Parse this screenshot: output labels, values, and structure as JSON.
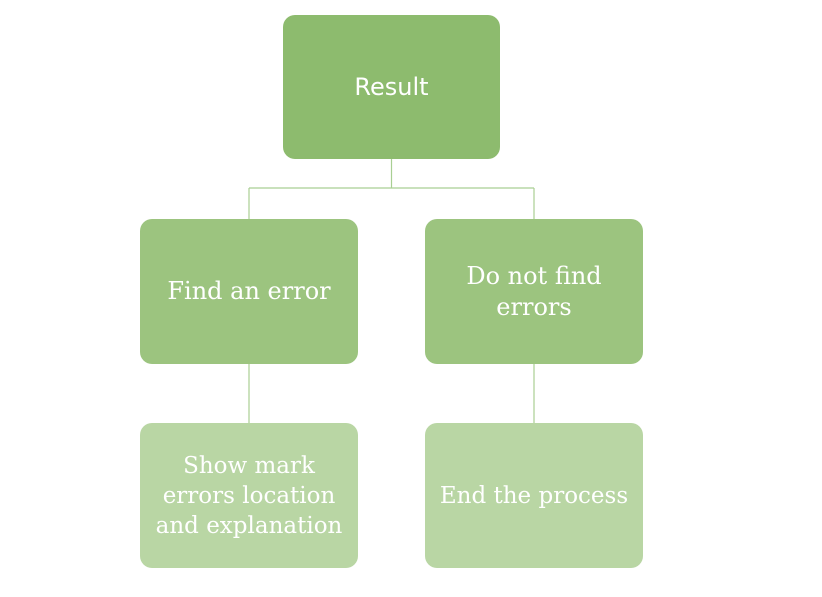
{
  "diagram": {
    "root": {
      "label": "Result"
    },
    "branches": [
      {
        "label": "Find an error",
        "child": {
          "label": "Show mark errors location and explanation"
        }
      },
      {
        "label": "Do not find errors",
        "child": {
          "label": "End the process"
        }
      }
    ],
    "colors": {
      "root": "#8dbb6e",
      "middle": "#9cc47f",
      "leaf": "#b9d6a4",
      "connector": "#a9cf93",
      "text": "#ffffff"
    }
  }
}
